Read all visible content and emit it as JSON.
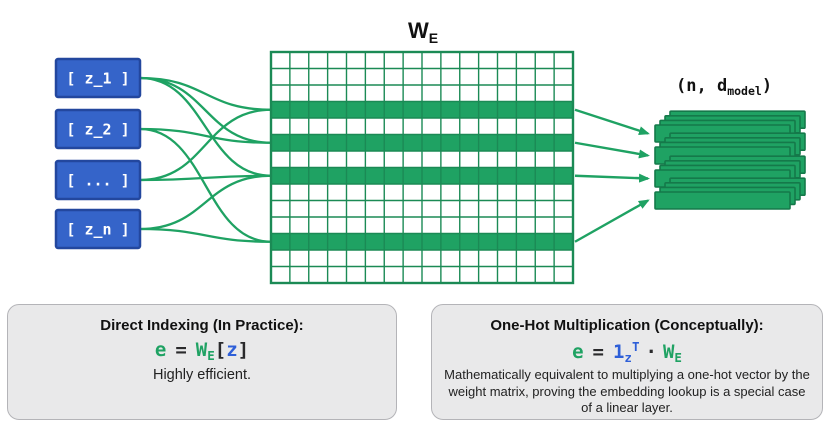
{
  "diagram": {
    "matrix_label": {
      "base": "W",
      "sub": "E"
    },
    "output_label": {
      "prefix": "(n, d",
      "sub": "model",
      "suffix": ")"
    },
    "tokens": [
      "[ z_1 ]",
      "[ z_2 ]",
      "[ ... ]",
      "[ z_n ]"
    ],
    "matrix": {
      "rows": 14,
      "cols": 16,
      "highlighted_rows": [
        4,
        6,
        8,
        12
      ]
    },
    "curves": [
      [
        0,
        4
      ],
      [
        0,
        6
      ],
      [
        0,
        8
      ],
      [
        1,
        6
      ],
      [
        1,
        12
      ],
      [
        2,
        4
      ],
      [
        2,
        8
      ],
      [
        3,
        8
      ],
      [
        3,
        12
      ]
    ],
    "arrows": [
      [
        4,
        1
      ],
      [
        6,
        2
      ],
      [
        8,
        3
      ],
      [
        12,
        4
      ]
    ],
    "output_stack": {
      "bars": 4,
      "layers_per_bar": 4
    }
  },
  "cards": {
    "left": {
      "title": "Direct Indexing (In Practice):",
      "formula": {
        "e": "e",
        "eq": "=",
        "w": "W",
        "w_sub": "E",
        "lbracket": "[",
        "z": "z",
        "rbracket": "]"
      },
      "caption": "Highly efficient."
    },
    "right": {
      "title": "One-Hot Multiplication (Conceptually):",
      "formula": {
        "e": "e",
        "eq": "=",
        "one": "1",
        "one_sub": "z",
        "one_sup": "T",
        "dot": "·",
        "w": "W",
        "w_sub": "E"
      },
      "caption": "Mathematically equivalent to multiplying a one-hot vector by the weight matrix, proving the embedding lookup is a special case of a linear layer."
    }
  },
  "colors": {
    "green": "#1FA263",
    "green_dark": "#15794A",
    "grid_line": "#1B8A55",
    "blue_fill": "#3564C9",
    "blue_border": "#23479E",
    "formula_blue": "#2E5FD8",
    "text_dark": "#1C1C1E",
    "card_bg": "#E9E9EA",
    "card_border": "#B4B4B8",
    "background": "#FFFFFF"
  }
}
